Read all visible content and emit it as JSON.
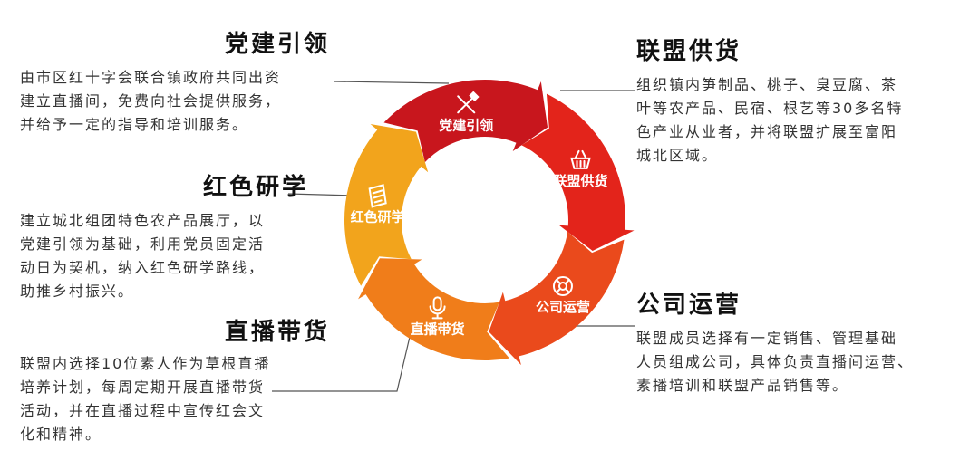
{
  "stages": [
    {
      "title": "党建引领",
      "label": "党建引领",
      "text": [
        "由市区红十字会联合镇政府共同出资",
        "建立直播间，免费向社会提供服务，",
        "并给予一定的指导和培训服务。"
      ],
      "color": "#c8161d",
      "icon": "tools-icon"
    },
    {
      "title": "联盟供货",
      "label": "联盟供货",
      "text": [
        "组织镇内笋制品、桃子、臭豆腐、茶",
        "叶等农产品、民宿、根艺等30多名特",
        "色产业从业者，并将联盟扩展至富阳",
        "城北区域。"
      ],
      "color": "#e3241b",
      "icon": "basket-icon"
    },
    {
      "title": "公司运营",
      "label": "公司运营",
      "text": [
        "联盟成员选择有一定销售、管理基础",
        "人员组成公司，具体负责直播间运营、",
        "素播培训和联盟产品销售等。"
      ],
      "color": "#ea4a1c",
      "icon": "lifebuoy-icon"
    },
    {
      "title": "直播带货",
      "label": "直播带货",
      "text": [
        "联盟内选择10位素人作为草根直播",
        "培养计划，每周定期开展直播带货",
        "活动，并在直播过程中宣传红会文",
        "化和精神。"
      ],
      "color": "#f07d1a",
      "icon": "microphone-icon"
    },
    {
      "title": "红色研学",
      "label": "红色研学",
      "text": [
        "建立城北组团特色农产品展厅，以",
        "党建引领为基础，利用党员固定活",
        "动日为契机，纳入红色研学路线，",
        "助推乡村振兴。"
      ],
      "color": "#f2a41c",
      "icon": "book-icon"
    }
  ]
}
